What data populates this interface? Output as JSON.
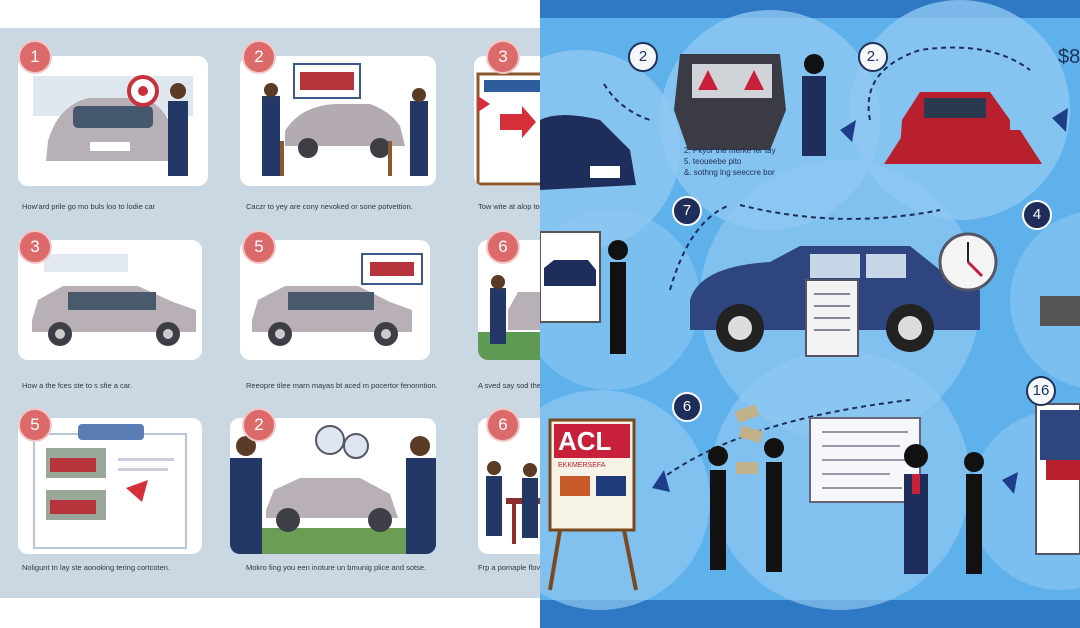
{
  "left": {
    "cards": [
      {
        "number": "1",
        "caption": "How'ard prile go mo buls loo to lodie car"
      },
      {
        "number": "2",
        "caption": "Caczr to yey are cony nevoked or sone potvettion."
      },
      {
        "number": "3",
        "caption": "Tow wite at alop to"
      },
      {
        "number": "3",
        "caption": "How a the fces ste to s sfie a car."
      },
      {
        "number": "5",
        "caption": "Reeopre tilee marn mayas bt aced m pocertor fenonntion."
      },
      {
        "number": "6",
        "caption": "A sved say sod the"
      },
      {
        "number": "5",
        "caption": "Noligunt tn lay ste aonoking tering cortcoten."
      },
      {
        "number": "2",
        "caption": "Mokro fing you een inoture un bmunig plice and sotse."
      },
      {
        "number": "6",
        "caption": "Frp a pomaple flov"
      }
    ]
  },
  "right": {
    "badges": [
      "2",
      "2.",
      "7",
      "4",
      "6",
      "16"
    ],
    "price_text": "$8",
    "note_lines": [
      "2.  Pkyor the merke fer tay",
      "5.  teoueebe pito",
      "&.  sothng lng seeccre bor"
    ],
    "sign_text": "ACL",
    "sign_sub": "EKKMERSEFA"
  },
  "colors": {
    "left_bg": "#c9d8e2",
    "badge_red": "#dc6a6a",
    "right_bg": "#5eb1ea",
    "navy": "#1e2d5a"
  }
}
